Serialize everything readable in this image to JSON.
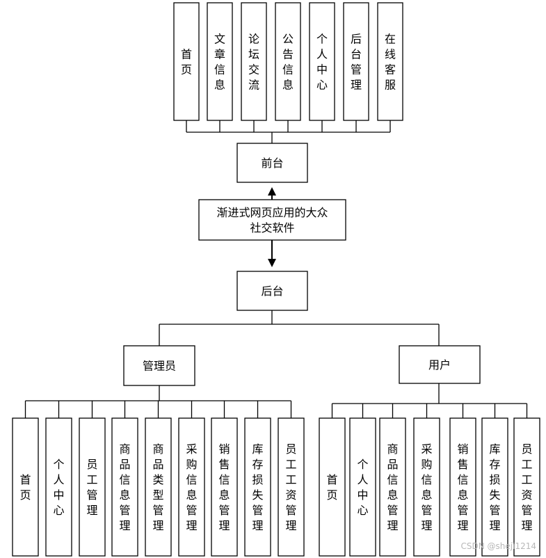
{
  "diagram": {
    "root": {
      "label": "渐进式网页应用的大众社交软件",
      "lines": [
        "渐进式网页应用的大众",
        "社交软件"
      ]
    },
    "frontend": {
      "label": "前台",
      "children": [
        "首页",
        "文章信息",
        "论坛交流",
        "公告信息",
        "个人中心",
        "后台管理",
        "在线客服"
      ]
    },
    "backend": {
      "label": "后台",
      "admin": {
        "label": "管理员",
        "children": [
          "首页",
          "个人中心",
          "员工管理",
          "商品信息管理",
          "商品类型管理",
          "采购信息管理",
          "销售信息管理",
          "库存损失管理",
          "员工工资管理"
        ]
      },
      "user": {
        "label": "用户",
        "children": [
          "首页",
          "个人中心",
          "商品信息管理",
          "采购信息管理",
          "销售信息管理",
          "库存损失管理",
          "员工工资管理"
        ]
      }
    }
  },
  "watermark": "CSDN @shejì1214"
}
